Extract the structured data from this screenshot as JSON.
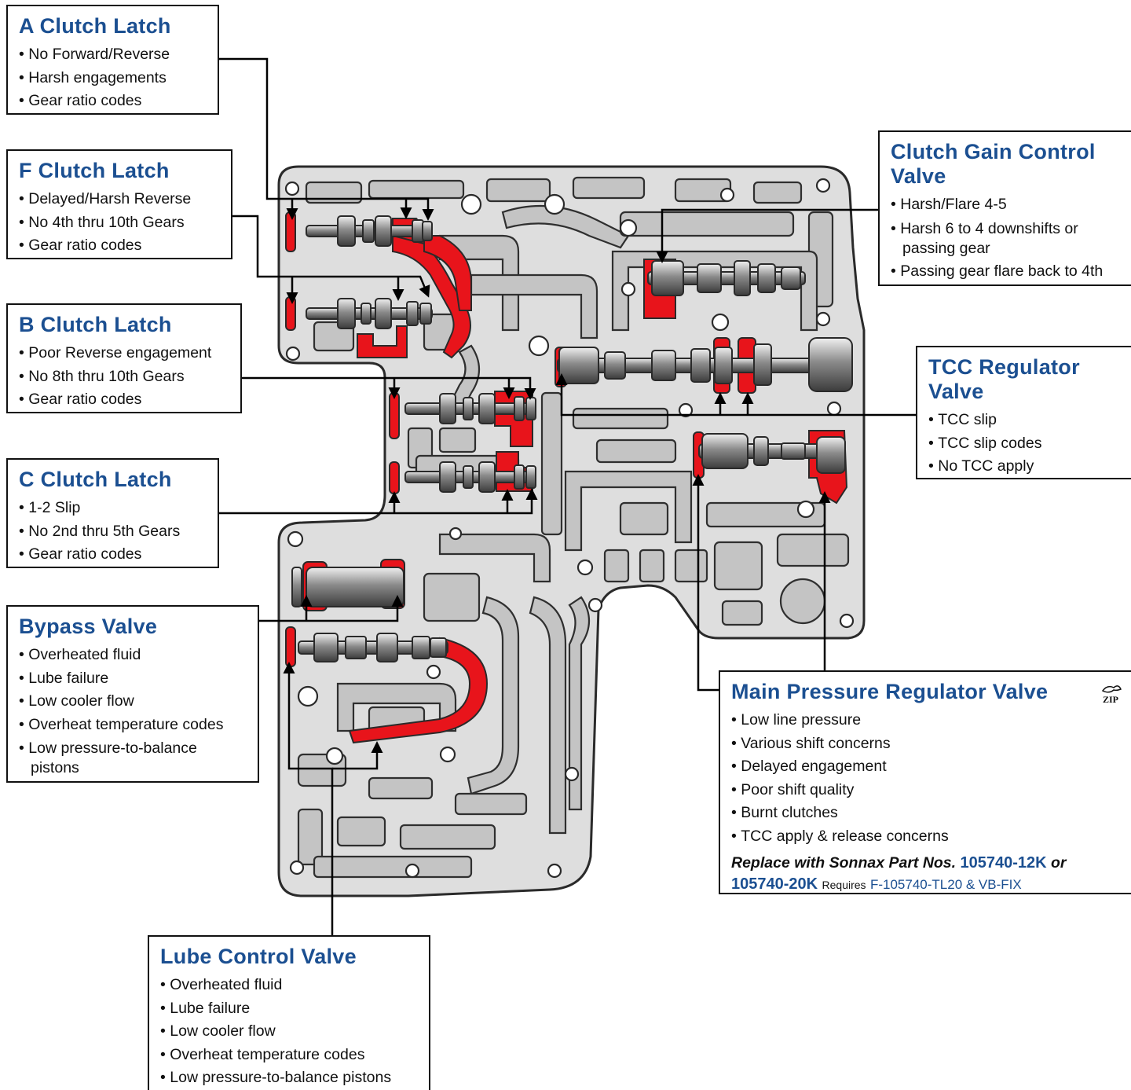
{
  "callouts": {
    "a_clutch_latch": {
      "title": "A Clutch Latch",
      "items": [
        "No Forward/Reverse",
        "Harsh engagements",
        "Gear ratio codes"
      ]
    },
    "f_clutch_latch": {
      "title": "F Clutch Latch",
      "items": [
        "Delayed/Harsh Reverse",
        "No 4th thru 10th Gears",
        "Gear ratio codes"
      ]
    },
    "b_clutch_latch": {
      "title": "B Clutch Latch",
      "items": [
        "Poor Reverse engagement",
        "No 8th thru 10th Gears",
        "Gear ratio codes"
      ]
    },
    "c_clutch_latch": {
      "title": "C Clutch Latch",
      "items": [
        "1-2 Slip",
        "No 2nd thru 5th Gears",
        "Gear ratio codes"
      ]
    },
    "bypass_valve": {
      "title": "Bypass Valve",
      "items": [
        "Overheated fluid",
        "Lube failure",
        "Low cooler flow",
        "Overheat temperature codes",
        "Low pressure-to-balance pistons"
      ]
    },
    "lube_control_valve": {
      "title": "Lube Control Valve",
      "items": [
        "Overheated fluid",
        "Lube failure",
        "Low cooler flow",
        "Overheat temperature codes",
        "Low pressure-to-balance pistons"
      ]
    },
    "clutch_gain_control_valve": {
      "title_line1": "Clutch Gain Control",
      "title_line2": "Valve",
      "items": [
        "Harsh/Flare 4-5",
        "Harsh 6 to 4 downshifts or passing gear",
        "Passing gear flare back to 4th"
      ]
    },
    "tcc_regulator_valve": {
      "title_line1": "TCC Regulator",
      "title_line2": "Valve",
      "items": [
        "TCC slip",
        "TCC slip codes",
        "No TCC apply"
      ]
    },
    "main_pressure_regulator_valve": {
      "title": "Main Pressure Regulator Valve",
      "items": [
        "Low line pressure",
        "Various shift concerns",
        "Delayed engagement",
        "Poor shift quality",
        "Burnt clutches",
        "TCC apply & release concerns"
      ],
      "replace_text": "Replace with Sonnax Part Nos.",
      "part_1": "105740-12K",
      "or_text": "or",
      "part_2": "105740-20K",
      "requires_text": "Requires",
      "requires_parts": "F-105740-TL20 & VB-FIX",
      "zip_badge": "ZIP"
    }
  },
  "icons": {
    "zip": "zip-kit-icon"
  },
  "colors": {
    "title_blue": "#1b4f91",
    "highlight_red": "#e8141b",
    "body_gray": "#c9c9c9",
    "outline": "#333333"
  }
}
